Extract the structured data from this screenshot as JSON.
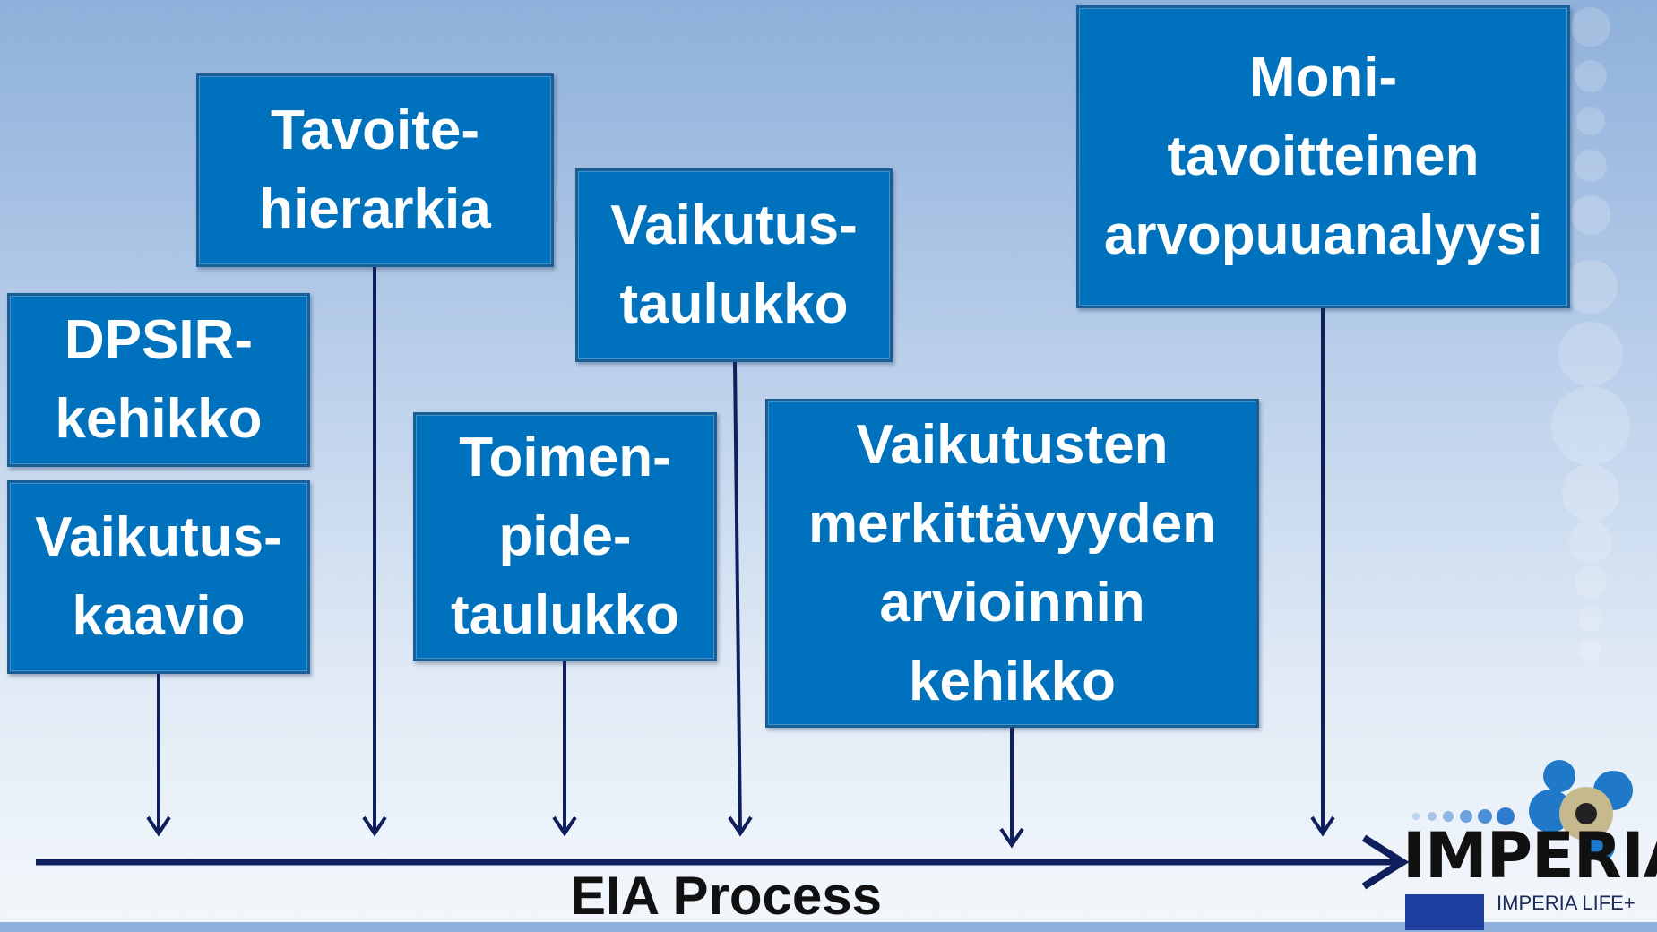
{
  "boxes": {
    "dpsir": [
      "DPSIR-",
      "kehikko"
    ],
    "vaikutuskaavio": [
      "Vaikutus-",
      "kaavio"
    ],
    "tavoitehierarkia": [
      "Tavoite-",
      "hierarkia"
    ],
    "toimenpidetaulukko": [
      "Toimen-",
      "pide-",
      "taulukko"
    ],
    "vaikutustaulukko": [
      "Vaikutus-",
      "taulukko"
    ],
    "merkittavyys": [
      "Vaikutusten",
      "merkittävyyden",
      "arvioinnin",
      "kehikko"
    ],
    "arvopuu": [
      "Moni-",
      "tavoitteinen",
      "arvopuuanalyysi"
    ]
  },
  "process_label": "EIA Process",
  "logo": {
    "name": "IMPERIA",
    "eu_text": "IMPERIA LIFE+"
  },
  "colors": {
    "box_fill": "#0071bc",
    "box_border": "#1a5e98",
    "arrow": "#0e1f5c"
  }
}
